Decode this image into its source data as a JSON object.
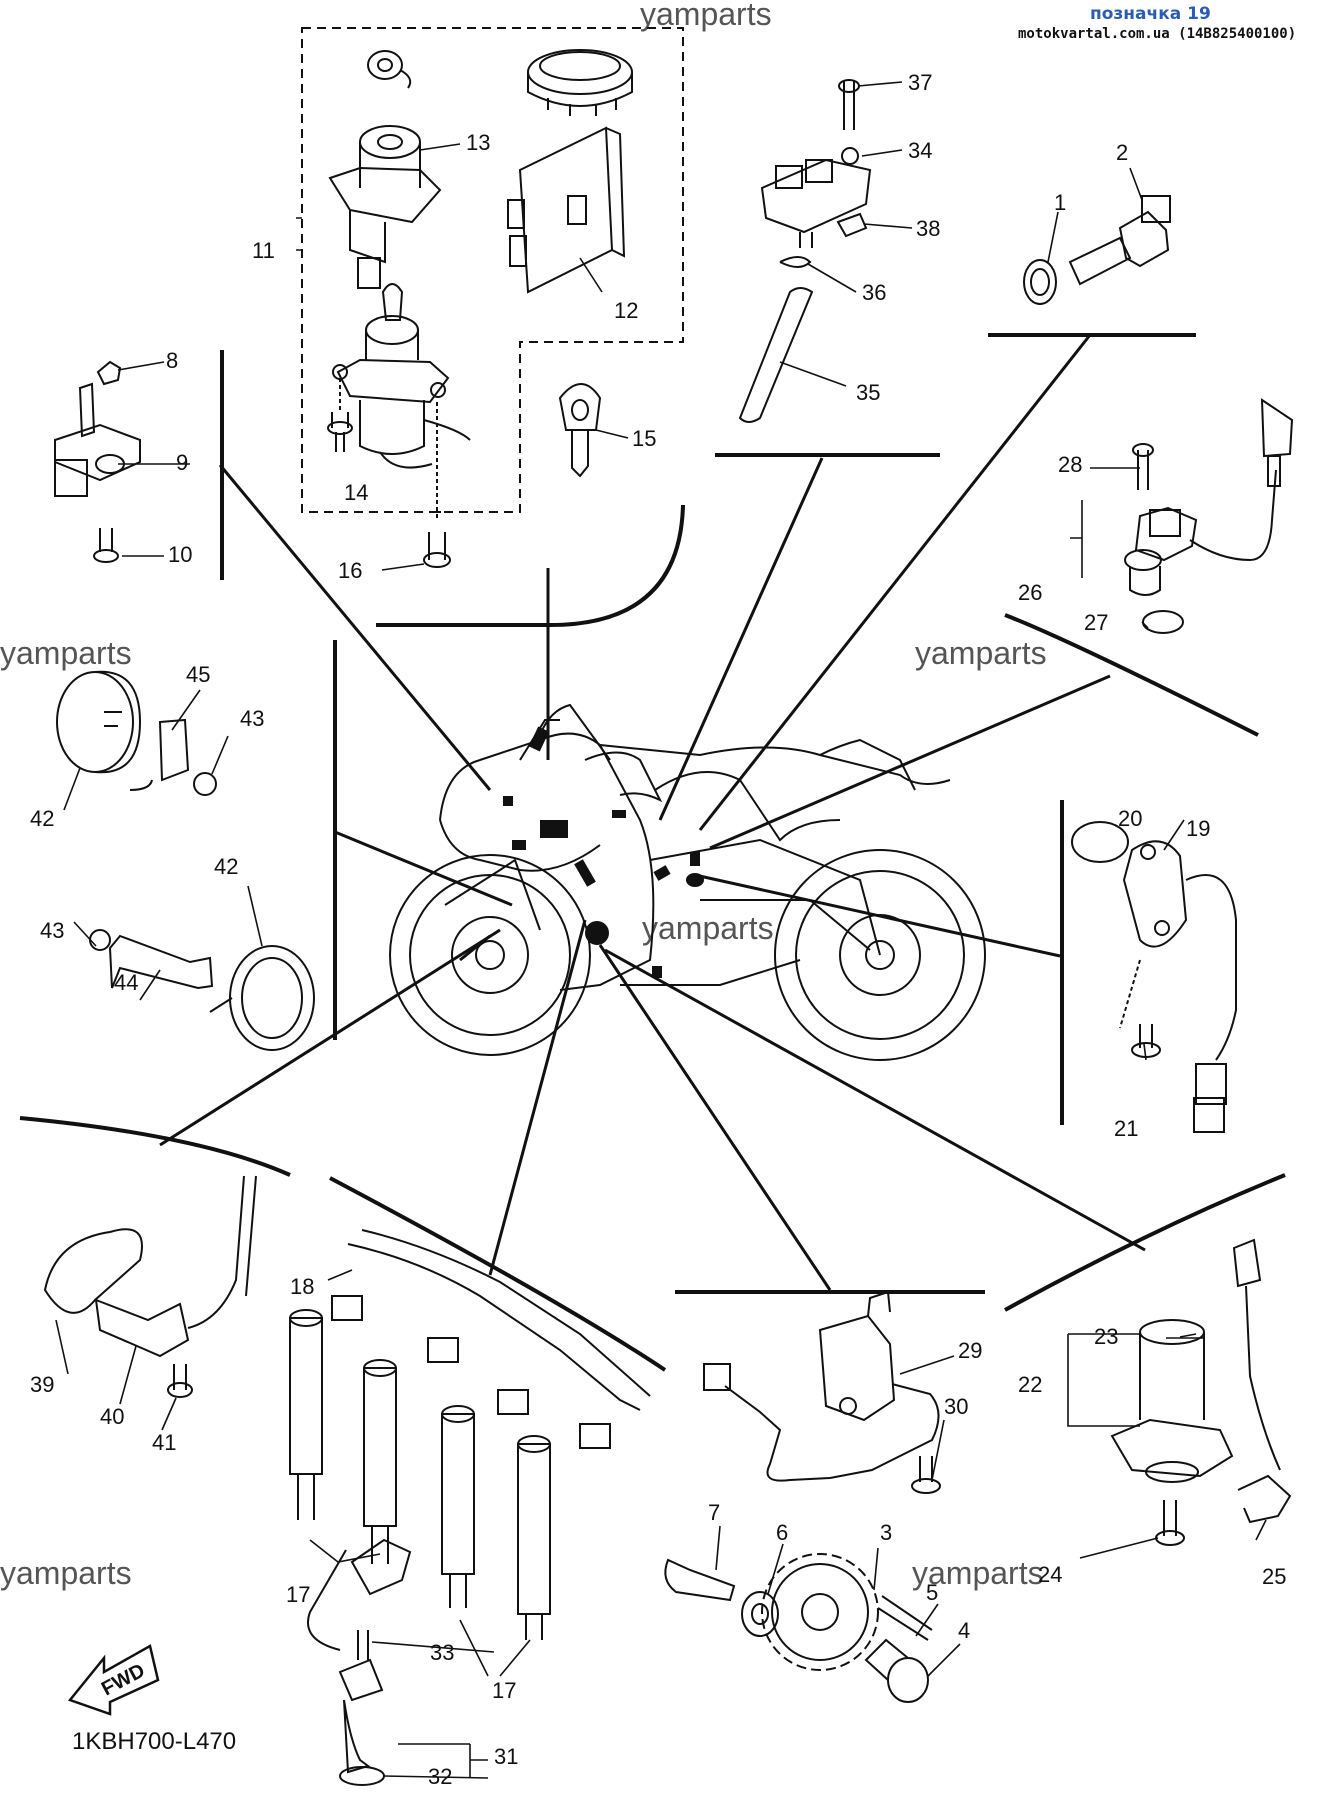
{
  "header": {
    "link_text": "позначка 19",
    "source_text": "motokvartal.com.ua (14B825400100)"
  },
  "watermarks": [
    "yamparts",
    "yamparts",
    "yamparts",
    "yamparts",
    "yamparts",
    "yamparts"
  ],
  "diagram_code": "1KBH700-L470",
  "fwd_label": "FWD",
  "callouts": [
    "1",
    "2",
    "3",
    "4",
    "5",
    "6",
    "7",
    "8",
    "9",
    "10",
    "11",
    "12",
    "13",
    "14",
    "15",
    "16",
    "17",
    "17",
    "18",
    "19",
    "20",
    "21",
    "22",
    "23",
    "24",
    "25",
    "26",
    "27",
    "28",
    "29",
    "30",
    "31",
    "32",
    "33",
    "34",
    "35",
    "36",
    "37",
    "38",
    "39",
    "40",
    "41",
    "42",
    "42",
    "43",
    "43",
    "44",
    "45"
  ]
}
